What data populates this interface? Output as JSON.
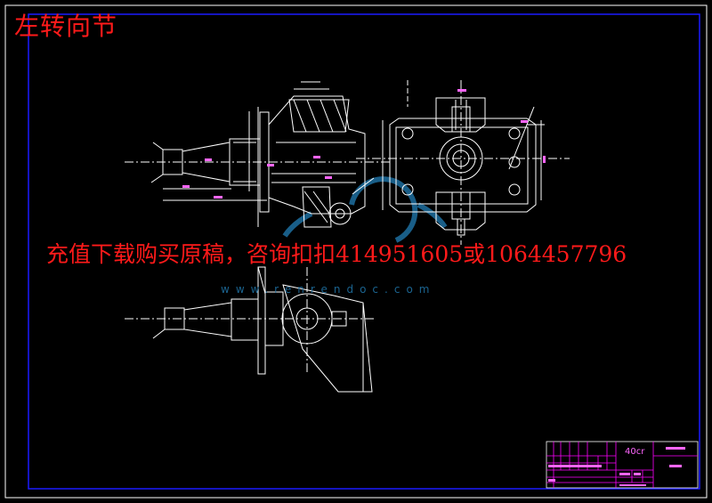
{
  "drawing": {
    "title": "左转向节",
    "promo_text": "充值下载购买原稿，咨询扣扣414951605或1064457796",
    "watermark": "www.renrendoc.com",
    "material": "40cr"
  },
  "colors": {
    "background": "#000000",
    "frame": "#1a1aff",
    "outline": "#ffffff",
    "title_text": "#ff1a1a",
    "title_block": "#ff00ff",
    "watermark": "#1e6fa0"
  }
}
